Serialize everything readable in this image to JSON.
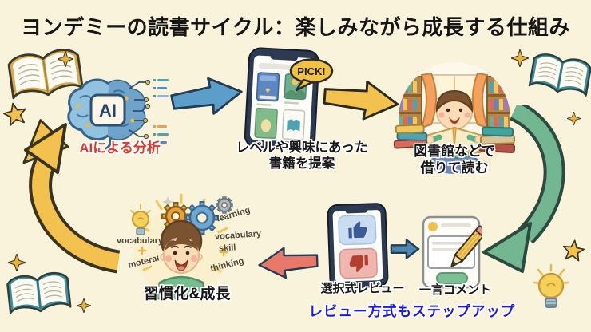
{
  "title": "ヨンデミーの読書サイクル：楽しみながら成長する仕組み",
  "cycle": {
    "ai_analysis": {
      "chip_label": "AI",
      "caption": "AIによる分析"
    },
    "book_suggestion": {
      "bubble_label": "PICK!",
      "caption_line1": "レベルや興味にあった",
      "caption_line2": "書籍を提案"
    },
    "library_reading": {
      "caption_line1": "図書館などで",
      "caption_line2": "借りて読む"
    },
    "review_select": {
      "caption": "選択式レビュー"
    },
    "review_comment": {
      "caption": "一言コメント"
    },
    "growth": {
      "caption": "習慣化&成長",
      "keywords": {
        "left": "vocabulary",
        "bottom_left": "moteral",
        "top_right": "learning",
        "right_upper": "vocabulary",
        "right_lower": "skill",
        "bottom_right": "thinking"
      }
    }
  },
  "footnote": "レビュー方式もステップアップ",
  "icons": {
    "brain": "ai-brain-icon",
    "suggestion_phone": "smartphone-book-grid-icon",
    "review_phone": "smartphone-thumbs-icon",
    "thumb_up": "thumb-up-icon",
    "thumb_down": "thumb-down-icon",
    "comment_card": "comment-card-icon",
    "pencil": "pencil-icon",
    "lightbulb": "lightbulb-icon",
    "open_book": "open-book-icon",
    "sparkle": "sparkle-icon",
    "star": "star-icon",
    "gear": "gear-icon",
    "arrow": "block-arrow-icon"
  },
  "colors": {
    "background": "#FAF3DC",
    "title_text": "#151515",
    "ai_caption_text": "#E0372C",
    "footnote_text": "#1A1AE8",
    "arrow_blue": "#5B9EC9",
    "arrow_yellow": "#F2C14E",
    "arrow_green": "#72B791",
    "arrow_red": "#E8786A"
  }
}
